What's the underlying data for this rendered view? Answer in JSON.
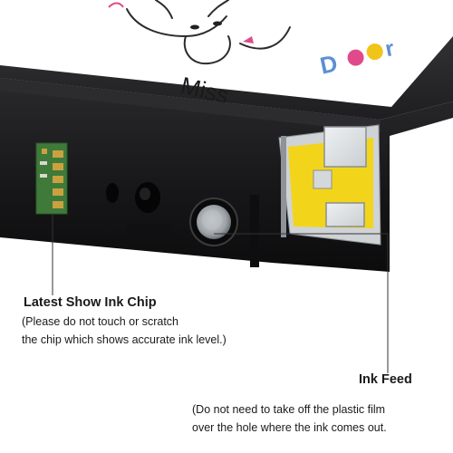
{
  "label_brand": {
    "text_left": "Miss",
    "text_right": "Deer"
  },
  "callouts": {
    "chip": {
      "title": "Latest Show Ink Chip",
      "note_line1": "(Please do not touch or scratch",
      "note_line2": "the chip which shows accurate ink level.)"
    },
    "feed": {
      "title": "Ink Feed",
      "note_line1": "(Do not need to take off the plastic film",
      "note_line2": "over the hole where the ink comes out."
    }
  },
  "colors": {
    "cartridge_body": "#1c1c1e",
    "label_bg": "#ffffff",
    "yellow_tape": "#f2d51a",
    "chip_green": "#3f7a3a",
    "chip_gold": "#c9a23f",
    "leader_line": "#333333",
    "brand_d": "#5b8fd6",
    "brand_e1": "#e04a8a",
    "brand_e2": "#f0c419"
  }
}
